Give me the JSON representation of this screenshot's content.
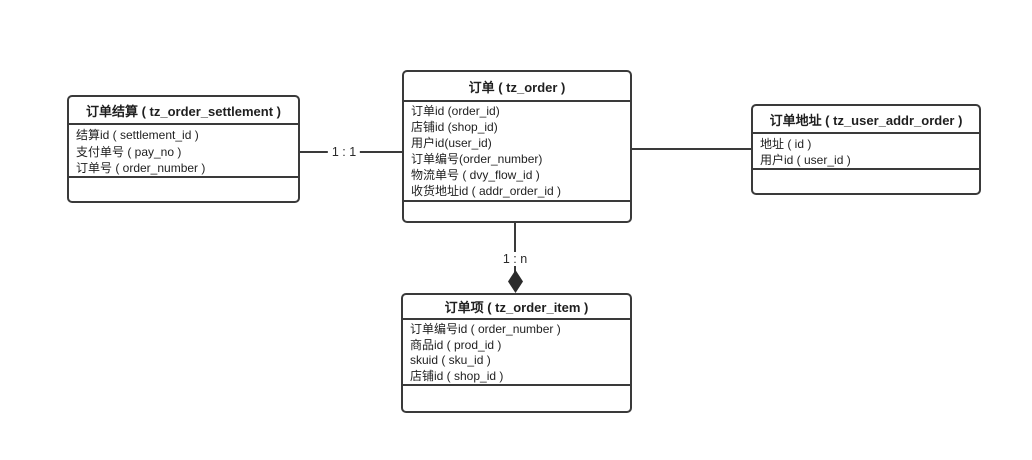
{
  "diagram": {
    "background_color": "#ffffff",
    "box_border_color": "#3a3a3a",
    "line_color": "#3a3a3a",
    "text_color": "#1f1f1f",
    "entities": [
      {
        "title": "订单结算 ( tz_order_settlement )",
        "fields": [
          "结算id ( settlement_id )",
          "支付单号 ( pay_no )",
          "订单号 ( order_number )"
        ]
      },
      {
        "title": "订单 ( tz_order )",
        "fields": [
          "订单id (order_id)",
          "店铺id (shop_id)",
          "用户id(user_id)",
          "订单编号(order_number)",
          "物流单号 ( dvy_flow_id )",
          "收货地址id ( addr_order_id )"
        ]
      },
      {
        "title": "订单地址 ( tz_user_addr_order )",
        "fields": [
          "地址 ( id )",
          "用户id ( user_id )"
        ]
      },
      {
        "title": "订单项 ( tz_order_item )",
        "fields": [
          "订单编号id ( order_number )",
          "商品id ( prod_id )",
          "skuid ( sku_id )",
          "店铺id ( shop_id )"
        ]
      }
    ],
    "relations": [
      {
        "from": "订单结算 ( tz_order_settlement )",
        "to": "订单 ( tz_order )",
        "label": "1 : 1",
        "arrow": "none"
      },
      {
        "from": "订单 ( tz_order )",
        "to": "订单地址 ( tz_user_addr_order )",
        "label": "",
        "arrow": "none"
      },
      {
        "from": "订单 ( tz_order )",
        "to": "订单项 ( tz_order_item )",
        "label": "1 : n",
        "arrow": "filled-diamond"
      }
    ]
  }
}
